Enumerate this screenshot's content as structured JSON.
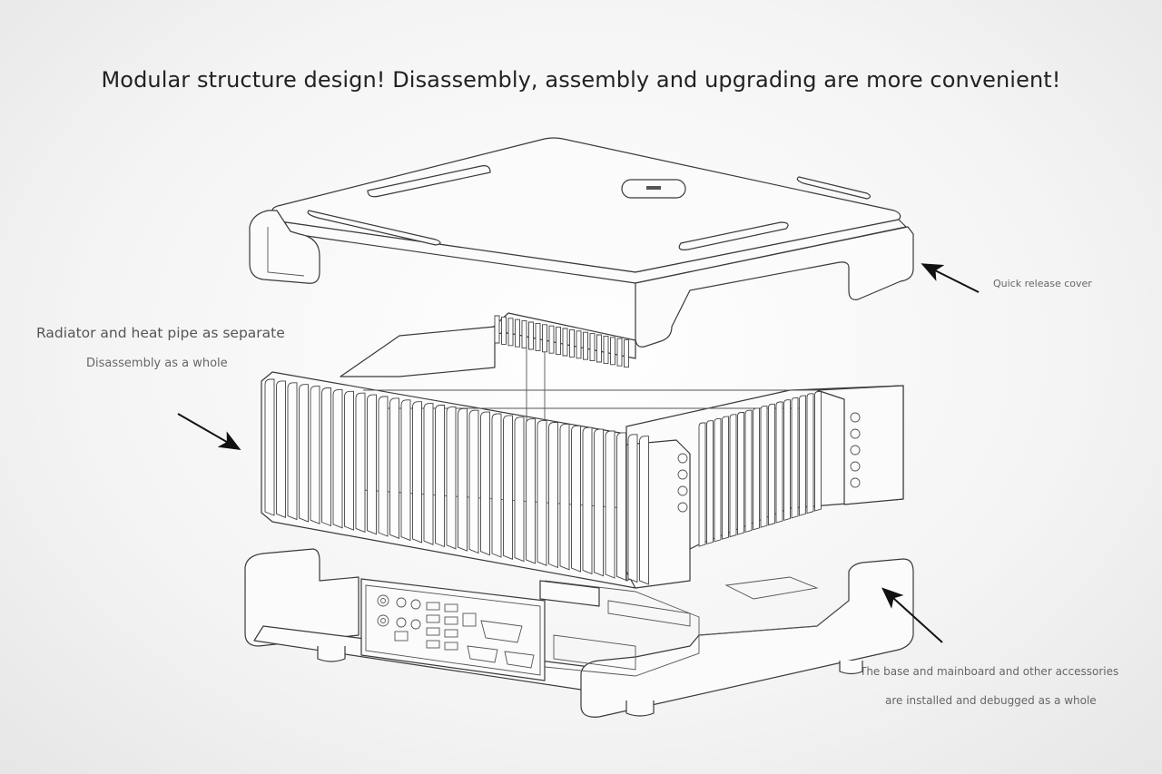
{
  "headline": "Modular structure design! Disassembly, assembly and upgrading are more convenient!",
  "annotations": {
    "radiator_line1": "Radiator and heat pipe as separate",
    "radiator_line2": "Disassembly as a whole",
    "cover": "Quick release cover",
    "base_line1": "The base and mainboard and other accessories",
    "base_line2": "are installed and debugged as a whole"
  },
  "colors": {
    "line": "#3a3a3a",
    "text": "#555555",
    "headline": "#222222"
  }
}
